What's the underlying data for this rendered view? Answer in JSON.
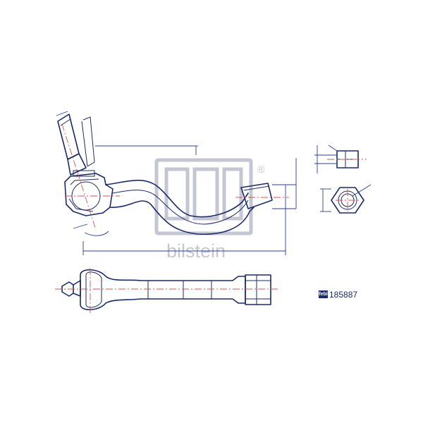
{
  "watermark": {
    "logo_text": "febi",
    "brand_text": "bilstein",
    "registered_mark": "®"
  },
  "part_number": "185887",
  "colors": {
    "line": "#1b2a6b",
    "dimension": "#2a3f9a",
    "centerline": "#d9534f",
    "watermark": "#c4c7d3"
  }
}
